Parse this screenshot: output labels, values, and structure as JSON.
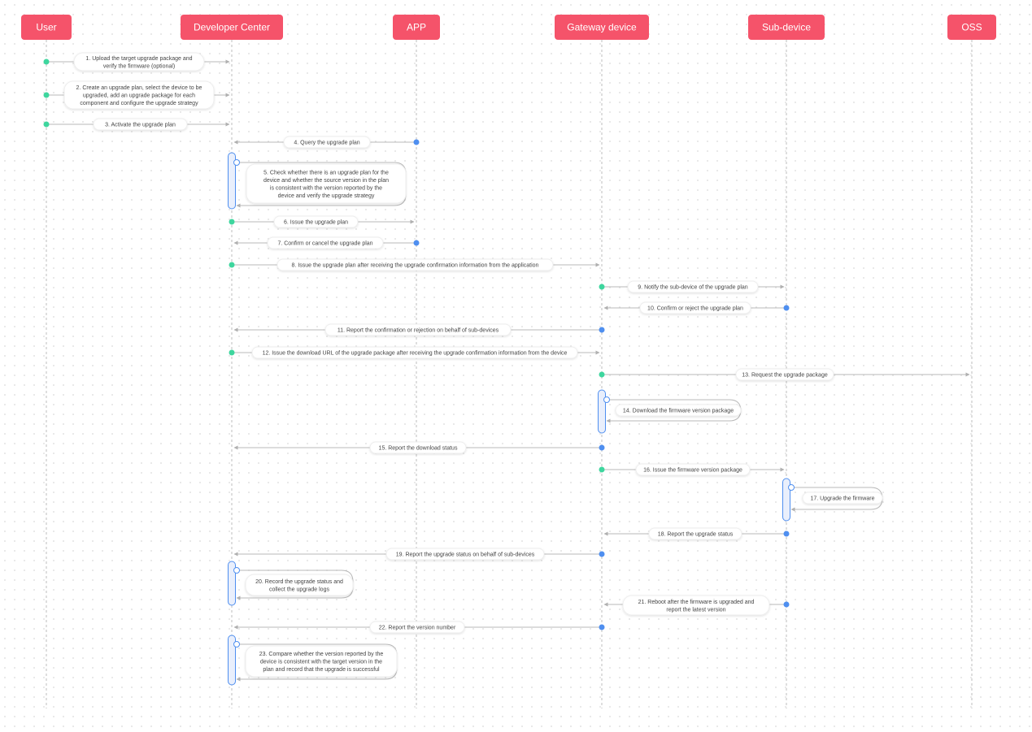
{
  "actors": [
    {
      "id": "user",
      "label": "User"
    },
    {
      "id": "dev",
      "label": "Developer Center"
    },
    {
      "id": "app",
      "label": "APP"
    },
    {
      "id": "gw",
      "label": "Gateway device"
    },
    {
      "id": "sub",
      "label": "Sub-device"
    },
    {
      "id": "oss",
      "label": "OSS"
    }
  ],
  "messages": [
    {
      "from": "user",
      "to": "dev",
      "lines": [
        "1. Upload the target upgrade package and",
        "verify the firmware (optional)"
      ]
    },
    {
      "from": "user",
      "to": "dev",
      "lines": [
        "2. Create an upgrade plan, select the device to be",
        "upgraded, add an upgrade package for each",
        "component and configure the upgrade strategy"
      ]
    },
    {
      "from": "user",
      "to": "dev",
      "lines": [
        "3.  Activate the upgrade plan"
      ]
    },
    {
      "from": "app",
      "to": "dev",
      "lines": [
        "4. Query the upgrade plan"
      ]
    },
    {
      "from": "dev",
      "to": "dev",
      "lines": [
        "5. Check whether there is an upgrade plan for the",
        "device and whether the source version in the plan",
        "is consistent with the version reported by the",
        "device and verify the upgrade strategy"
      ]
    },
    {
      "from": "dev",
      "to": "app",
      "lines": [
        "6. Issue the upgrade plan"
      ]
    },
    {
      "from": "app",
      "to": "dev",
      "lines": [
        "7. Confirm or cancel the upgrade plan"
      ]
    },
    {
      "from": "dev",
      "to": "gw",
      "lines": [
        "8. Issue the upgrade plan after receiving the upgrade confirmation information from the application"
      ]
    },
    {
      "from": "gw",
      "to": "sub",
      "lines": [
        "9. Notify the sub-device of the upgrade plan"
      ]
    },
    {
      "from": "sub",
      "to": "gw",
      "lines": [
        "10. Confirm or reject the upgrade plan"
      ]
    },
    {
      "from": "gw",
      "to": "dev",
      "lines": [
        "11. Report the confirmation or rejection on behalf of sub-devices"
      ]
    },
    {
      "from": "dev",
      "to": "gw",
      "lines": [
        "12. Issue the download URL of the upgrade package after receiving the upgrade confirmation information from the device"
      ]
    },
    {
      "from": "gw",
      "to": "oss",
      "lines": [
        "13. Request the upgrade package"
      ]
    },
    {
      "from": "gw",
      "to": "gw",
      "lines": [
        "14. Download the firmware version package"
      ]
    },
    {
      "from": "gw",
      "to": "dev",
      "lines": [
        "15. Report the download status"
      ]
    },
    {
      "from": "gw",
      "to": "sub",
      "lines": [
        "16. Issue the firmware version package"
      ]
    },
    {
      "from": "sub",
      "to": "sub",
      "lines": [
        "17. Upgrade the firmware"
      ]
    },
    {
      "from": "sub",
      "to": "gw",
      "lines": [
        "18. Report the upgrade status"
      ]
    },
    {
      "from": "gw",
      "to": "dev",
      "lines": [
        "19. Report the upgrade status on behalf of sub-devices"
      ]
    },
    {
      "from": "dev",
      "to": "dev",
      "lines": [
        "20. Record the upgrade status and",
        "collect the upgrade logs"
      ]
    },
    {
      "from": "sub",
      "to": "gw",
      "lines": [
        "21. Reboot after the firmware is upgraded and",
        "report the latest version"
      ]
    },
    {
      "from": "gw",
      "to": "dev",
      "lines": [
        "22. Report the version number"
      ]
    },
    {
      "from": "dev",
      "to": "dev",
      "lines": [
        "23. Compare whether the version reported by the",
        "device is consistent with the target version in the",
        "plan and record that the upgrade is successful"
      ]
    }
  ],
  "colors": {
    "actor_fill": "#f5536a",
    "sender_dot": "#3ed69e",
    "responder_dot": "#4f8ff0",
    "line": "#b8b8b8"
  }
}
